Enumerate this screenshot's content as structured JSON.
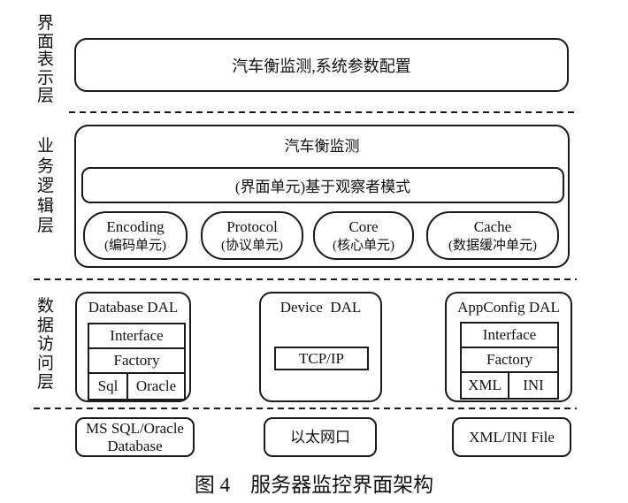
{
  "colors": {
    "line": "#1a1a1a",
    "text": "#111111",
    "background": "#ffffff"
  },
  "layers": {
    "presentation": {
      "label": "界面表示层",
      "app_box": "汽车衡监测,系统参数配置"
    },
    "business": {
      "label": "业务逻辑层",
      "title": "汽车衡监测",
      "pattern_unit": "(界面单元)基于观察者模式",
      "units": [
        {
          "name": "Encoding",
          "desc": "(编码单元)"
        },
        {
          "name": "Protocol",
          "desc": "(协议单元)"
        },
        {
          "name": "Core",
          "desc": "(核心单元)"
        },
        {
          "name": "Cache",
          "desc": "(数据缓冲单元)"
        }
      ]
    },
    "data_access": {
      "label": "数据访问层",
      "modules": [
        {
          "title": "Database DAL",
          "rows": [
            "Interface",
            "Factory"
          ],
          "cells": [
            "Sql",
            "Oracle"
          ]
        },
        {
          "title": "Device DAL",
          "inner": "TCP/IP"
        },
        {
          "title": "AppConfig DAL",
          "rows": [
            "Interface",
            "Factory"
          ],
          "cells": [
            "XML",
            "INI"
          ]
        }
      ]
    },
    "resources": [
      "MS SQL/Oracle Database",
      "以太网口",
      "XML/INI File"
    ]
  },
  "caption": "图 4 服务器监控界面架构"
}
